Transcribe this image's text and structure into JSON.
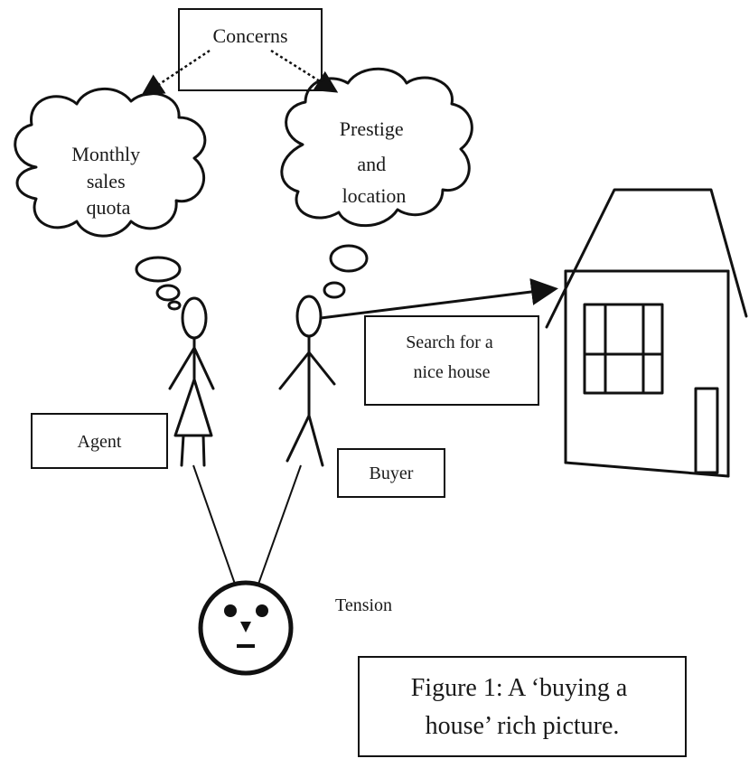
{
  "labels": {
    "concerns": "Concerns",
    "cloud_agent": [
      "Monthly",
      "sales",
      "quota"
    ],
    "cloud_buyer": [
      "Prestige",
      "and",
      "location"
    ],
    "search": [
      "Search for a",
      "nice house"
    ],
    "agent": "Agent",
    "buyer": "Buyer",
    "tension": "Tension",
    "caption": [
      "Figure 1: A ‘buying a",
      "house’ rich picture."
    ]
  }
}
